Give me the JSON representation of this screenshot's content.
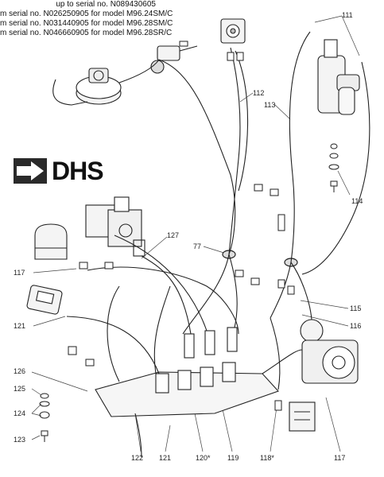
{
  "header": {
    "serial_lines": [
      "up to serial no. N089430605",
      "m serial no. N026250905 for model M96.24SM/C",
      "m serial no. N031440905 for model M96.28SM/C",
      "m serial no. N046660905 for model M96.28SR/C"
    ]
  },
  "logo": {
    "text": "DHS"
  },
  "callouts": [
    {
      "id": "111",
      "label": "111"
    },
    {
      "id": "112",
      "label": "112"
    },
    {
      "id": "113",
      "label": "113"
    },
    {
      "id": "114",
      "label": "114"
    },
    {
      "id": "127",
      "label": "127"
    },
    {
      "id": "77",
      "label": "77"
    },
    {
      "id": "117a",
      "label": "117"
    },
    {
      "id": "121a",
      "label": "121"
    },
    {
      "id": "115",
      "label": "115"
    },
    {
      "id": "116",
      "label": "116"
    },
    {
      "id": "126",
      "label": "126"
    },
    {
      "id": "125",
      "label": "125"
    },
    {
      "id": "124",
      "label": "124"
    },
    {
      "id": "123",
      "label": "123"
    },
    {
      "id": "122",
      "label": "122"
    },
    {
      "id": "121b",
      "label": "121"
    },
    {
      "id": "120",
      "label": "120*"
    },
    {
      "id": "119",
      "label": "119"
    },
    {
      "id": "118",
      "label": "118*"
    },
    {
      "id": "117b",
      "label": "117"
    }
  ]
}
